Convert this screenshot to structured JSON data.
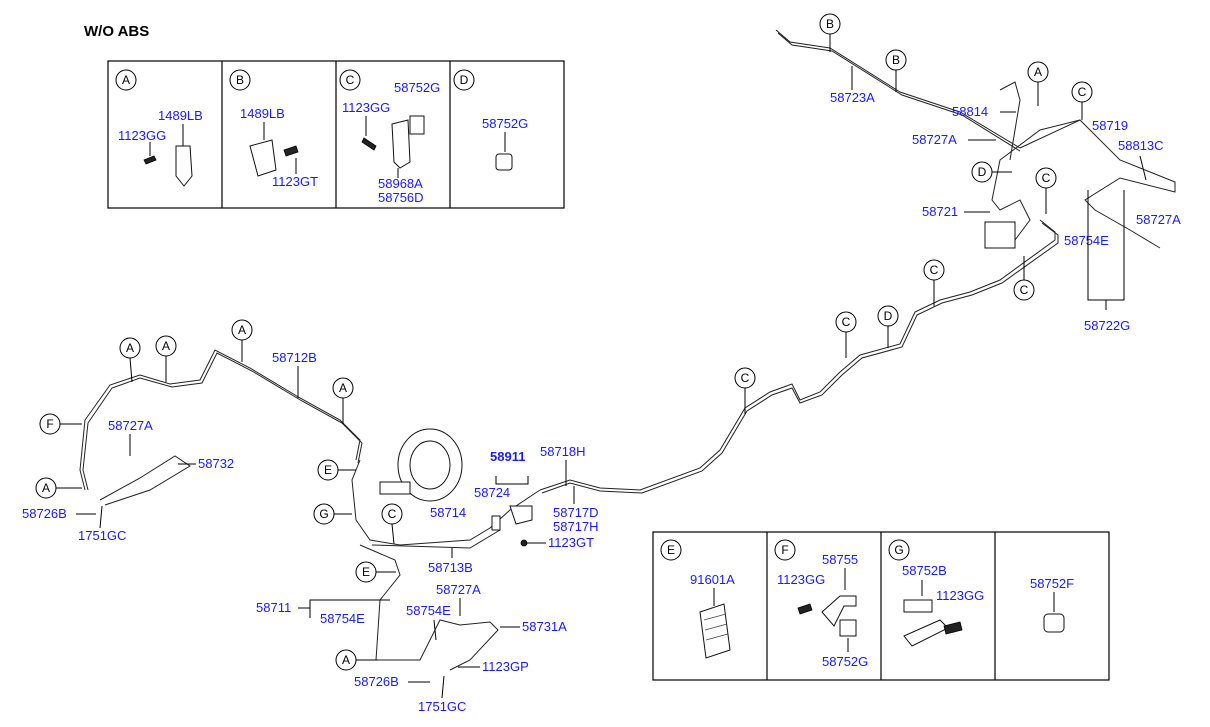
{
  "title": "W/O ABS",
  "detail_boxes_top": [
    {
      "key": "A",
      "labels": [
        "1489LB",
        "1123GG"
      ]
    },
    {
      "key": "B",
      "labels": [
        "1489LB",
        "1123GT"
      ]
    },
    {
      "key": "C",
      "labels": [
        "58752G",
        "1123GG",
        "58968A",
        "58756D"
      ]
    },
    {
      "key": "D",
      "labels": [
        "58752G"
      ]
    }
  ],
  "detail_boxes_bottom": [
    {
      "key": "E",
      "labels": [
        "91601A"
      ]
    },
    {
      "key": "F",
      "labels": [
        "58755",
        "1123GG",
        "58752G"
      ]
    },
    {
      "key": "G",
      "labels": [
        "58752B",
        "1123GG"
      ]
    },
    {
      "key": "",
      "labels": [
        "58752F"
      ]
    }
  ],
  "part_labels": {
    "p58723A": "58723A",
    "p58814": "58814",
    "p58727A_top": "58727A",
    "p58719": "58719",
    "p58813C": "58813C",
    "p58721": "58721",
    "p58727A_right": "58727A",
    "p58754E_right": "58754E",
    "p58722G": "58722G",
    "p58712B": "58712B",
    "p58727A_left": "58727A",
    "p58732": "58732",
    "p58726B_left": "58726B",
    "p1751GC_left": "1751GC",
    "p58911": "58911",
    "p58718H": "58718H",
    "p58724": "58724",
    "p58714": "58714",
    "p58717D": "58717D",
    "p58717H": "58717H",
    "p1123GT": "1123GT",
    "p58713B": "58713B",
    "p58727A_bottom": "58727A",
    "p58711": "58711",
    "p58754E_bottom1": "58754E",
    "p58754E_bottom2": "58754E",
    "p58731A": "58731A",
    "p1123GP": "1123GP",
    "p58726B_bottom": "58726B",
    "p1751GC_bottom": "1751GC"
  },
  "callouts": {
    "c_B1": "B",
    "c_B2": "B",
    "c_A_tr": "A",
    "c_C_tr": "C",
    "c_D_tr": "D",
    "c_C_r1": "C",
    "c_C_r2": "C",
    "c_C_m1": "C",
    "c_D_m": "D",
    "c_C_m2": "C",
    "c_C_m3": "C",
    "c_A_l1": "A",
    "c_A_l2": "A",
    "c_A_l3": "A",
    "c_A_l4": "A",
    "c_F_l": "F",
    "c_A_l5": "A",
    "c_E_m1": "E",
    "c_G_m": "G",
    "c_C_m4": "C",
    "c_E_m2": "E",
    "c_A_b": "A"
  },
  "colors": {
    "part_label": "#1a1aff",
    "line": "#222222",
    "background": "#ffffff"
  }
}
